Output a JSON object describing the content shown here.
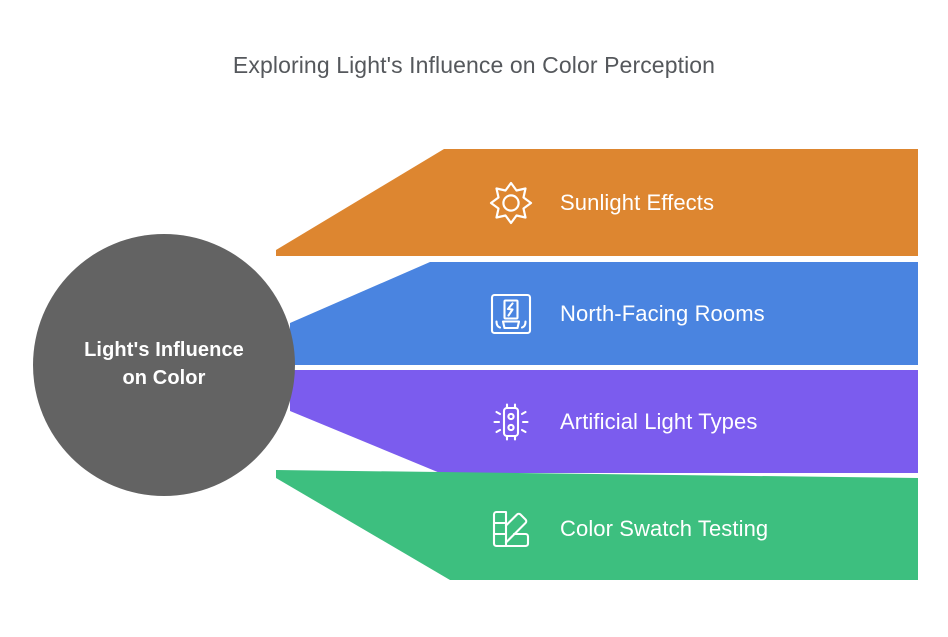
{
  "title": "Exploring Light's Influence on Color Perception",
  "hub": {
    "label_line1": "Light's Influence",
    "label_line2": "on Color",
    "color": "#636363",
    "text_color": "#ffffff"
  },
  "background_color": "#ffffff",
  "title_color": "#55585c",
  "branches": [
    {
      "label": "Sunlight Effects",
      "icon": "sun-icon",
      "color": "#dd8630"
    },
    {
      "label": "North-Facing Rooms",
      "icon": "room-window-icon",
      "color": "#4a84e0"
    },
    {
      "label": "Artificial Light Types",
      "icon": "light-fixture-icon",
      "color": "#7b5cee"
    },
    {
      "label": "Color Swatch Testing",
      "icon": "color-swatch-icon",
      "color": "#3dbf7f"
    }
  ]
}
